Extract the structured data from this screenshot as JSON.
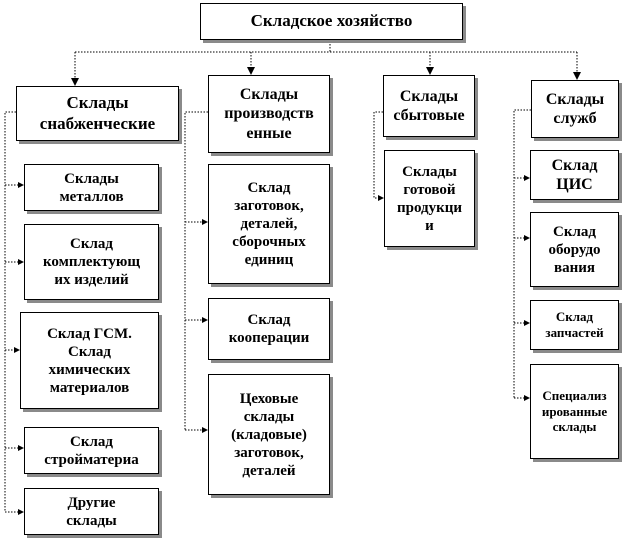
{
  "root": "Складское  хозяйство",
  "columns": [
    {
      "header": "Склады\nснабженческие",
      "children": [
        "Склады\nметаллов",
        "Склад\nкомплектующ\nих изделий",
        "Склад ГСМ.\nСклад\nхимических\nматериалов",
        "Склад\nстройматериа",
        "Другие\nсклады"
      ]
    },
    {
      "header": "Склады\nпроизводств\nенные",
      "children": [
        "Склад\nзаготовок,\nдеталей,\nсборочных\nединиц",
        "Склад\nкооперации",
        "Цеховые\nсклады\n(кладовые)\nзаготовок,\nдеталей"
      ]
    },
    {
      "header": "Склады\nсбытовые",
      "children": [
        "Склады\nготовой\nпродукци\nи"
      ]
    },
    {
      "header": "Склады\nслужб",
      "children": [
        "Склад\nЦИС",
        "Склад\nоборудо\nвания",
        "Склад\nзапчастей",
        "Специализ\nированные\nсклады"
      ]
    }
  ]
}
